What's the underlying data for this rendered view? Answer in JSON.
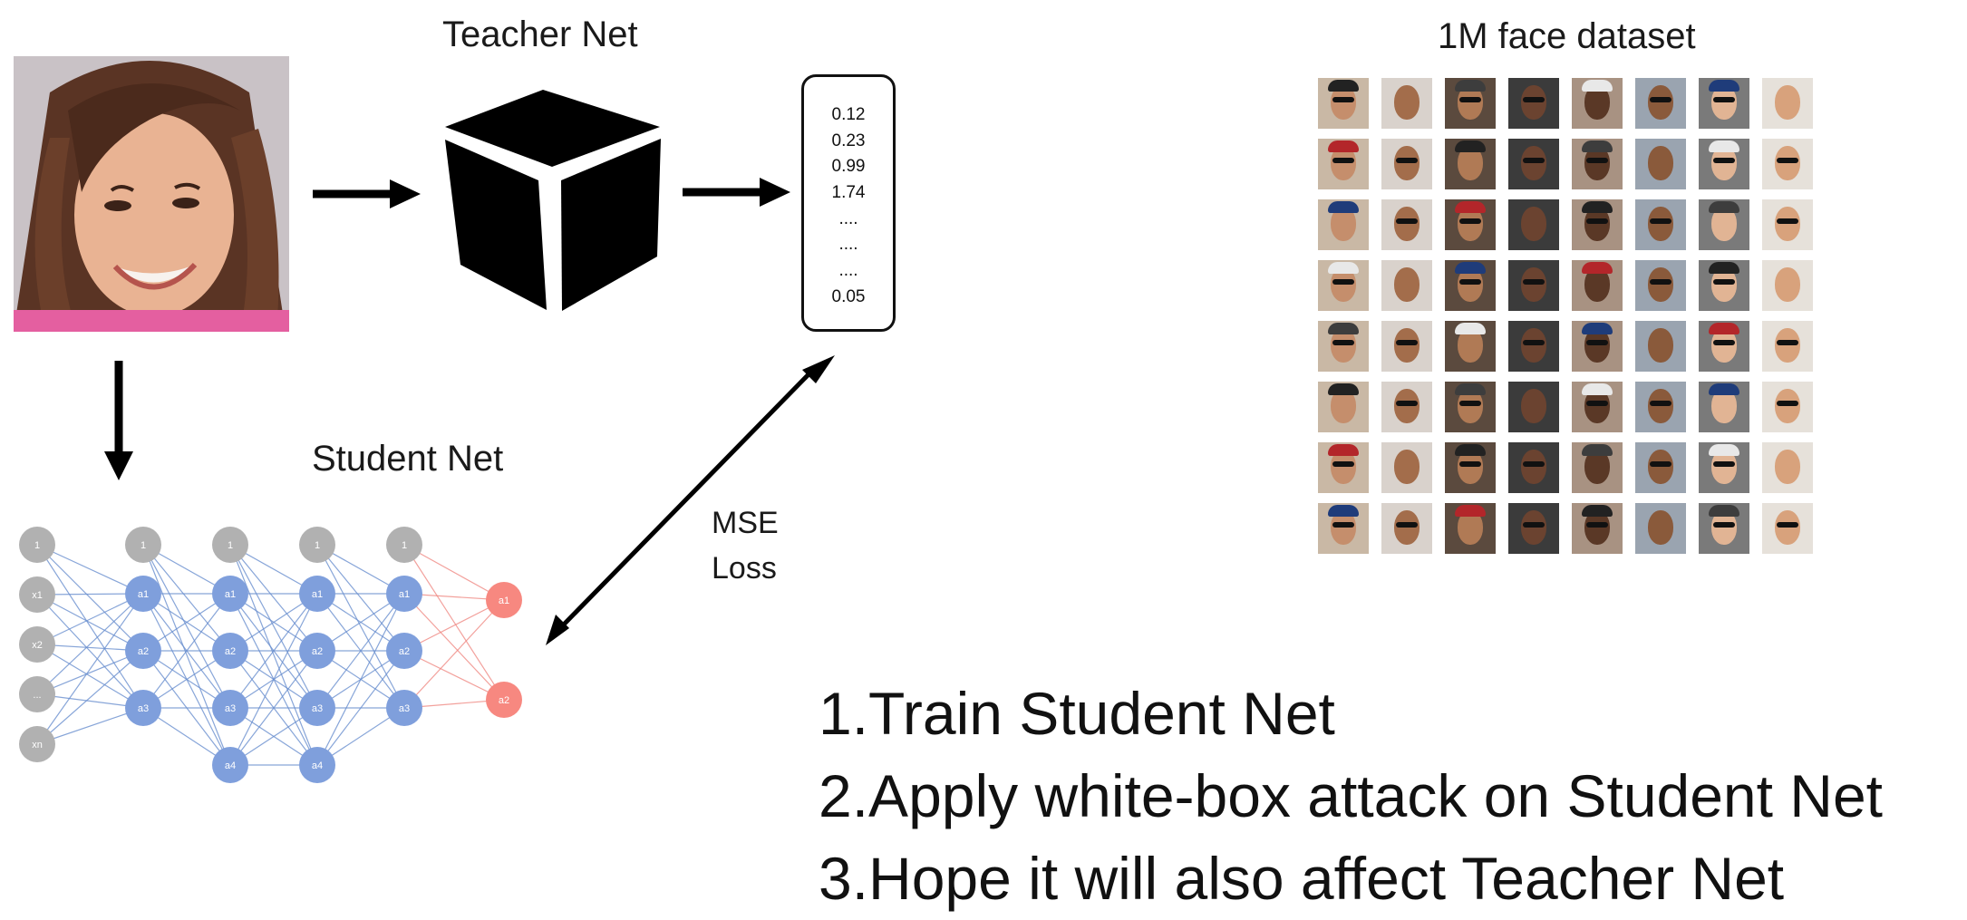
{
  "teacher": {
    "title": "Teacher Net"
  },
  "student": {
    "title": "Student Net"
  },
  "dataset": {
    "title": "1M face dataset"
  },
  "output_vector": {
    "values": [
      "0.12",
      "0.23",
      "0.99",
      "1.74",
      "....",
      "....",
      "....",
      "0.05"
    ]
  },
  "loss": {
    "line1": "MSE",
    "line2": "Loss"
  },
  "network": {
    "input_nodes": [
      "1",
      "x1",
      "x2",
      "...",
      "xn"
    ],
    "hidden_bias_label": "1",
    "hidden_layers": [
      [
        "a1",
        "a2",
        "a3"
      ],
      [
        "a1",
        "a2",
        "a3",
        "a4"
      ],
      [
        "a1",
        "a2",
        "a3",
        "a4"
      ],
      [
        "a1",
        "a2",
        "a3"
      ]
    ],
    "output_nodes": [
      "a1",
      "a2"
    ],
    "colors": {
      "input": "#b1b1b1",
      "hidden": "#7f9fdc",
      "output": "#f78880",
      "edge_hidden": "#6a8fcf",
      "edge_output": "#f08a84"
    }
  },
  "steps": [
    {
      "number": "1.",
      "text": "Train Student Net"
    },
    {
      "number": "2.",
      "text": "Apply white-box attack on Student Net"
    },
    {
      "number": "3.",
      "text": "Hope it will also affect Teacher Net"
    }
  ],
  "photo": {
    "label": "smiling-woman-face-photo"
  }
}
